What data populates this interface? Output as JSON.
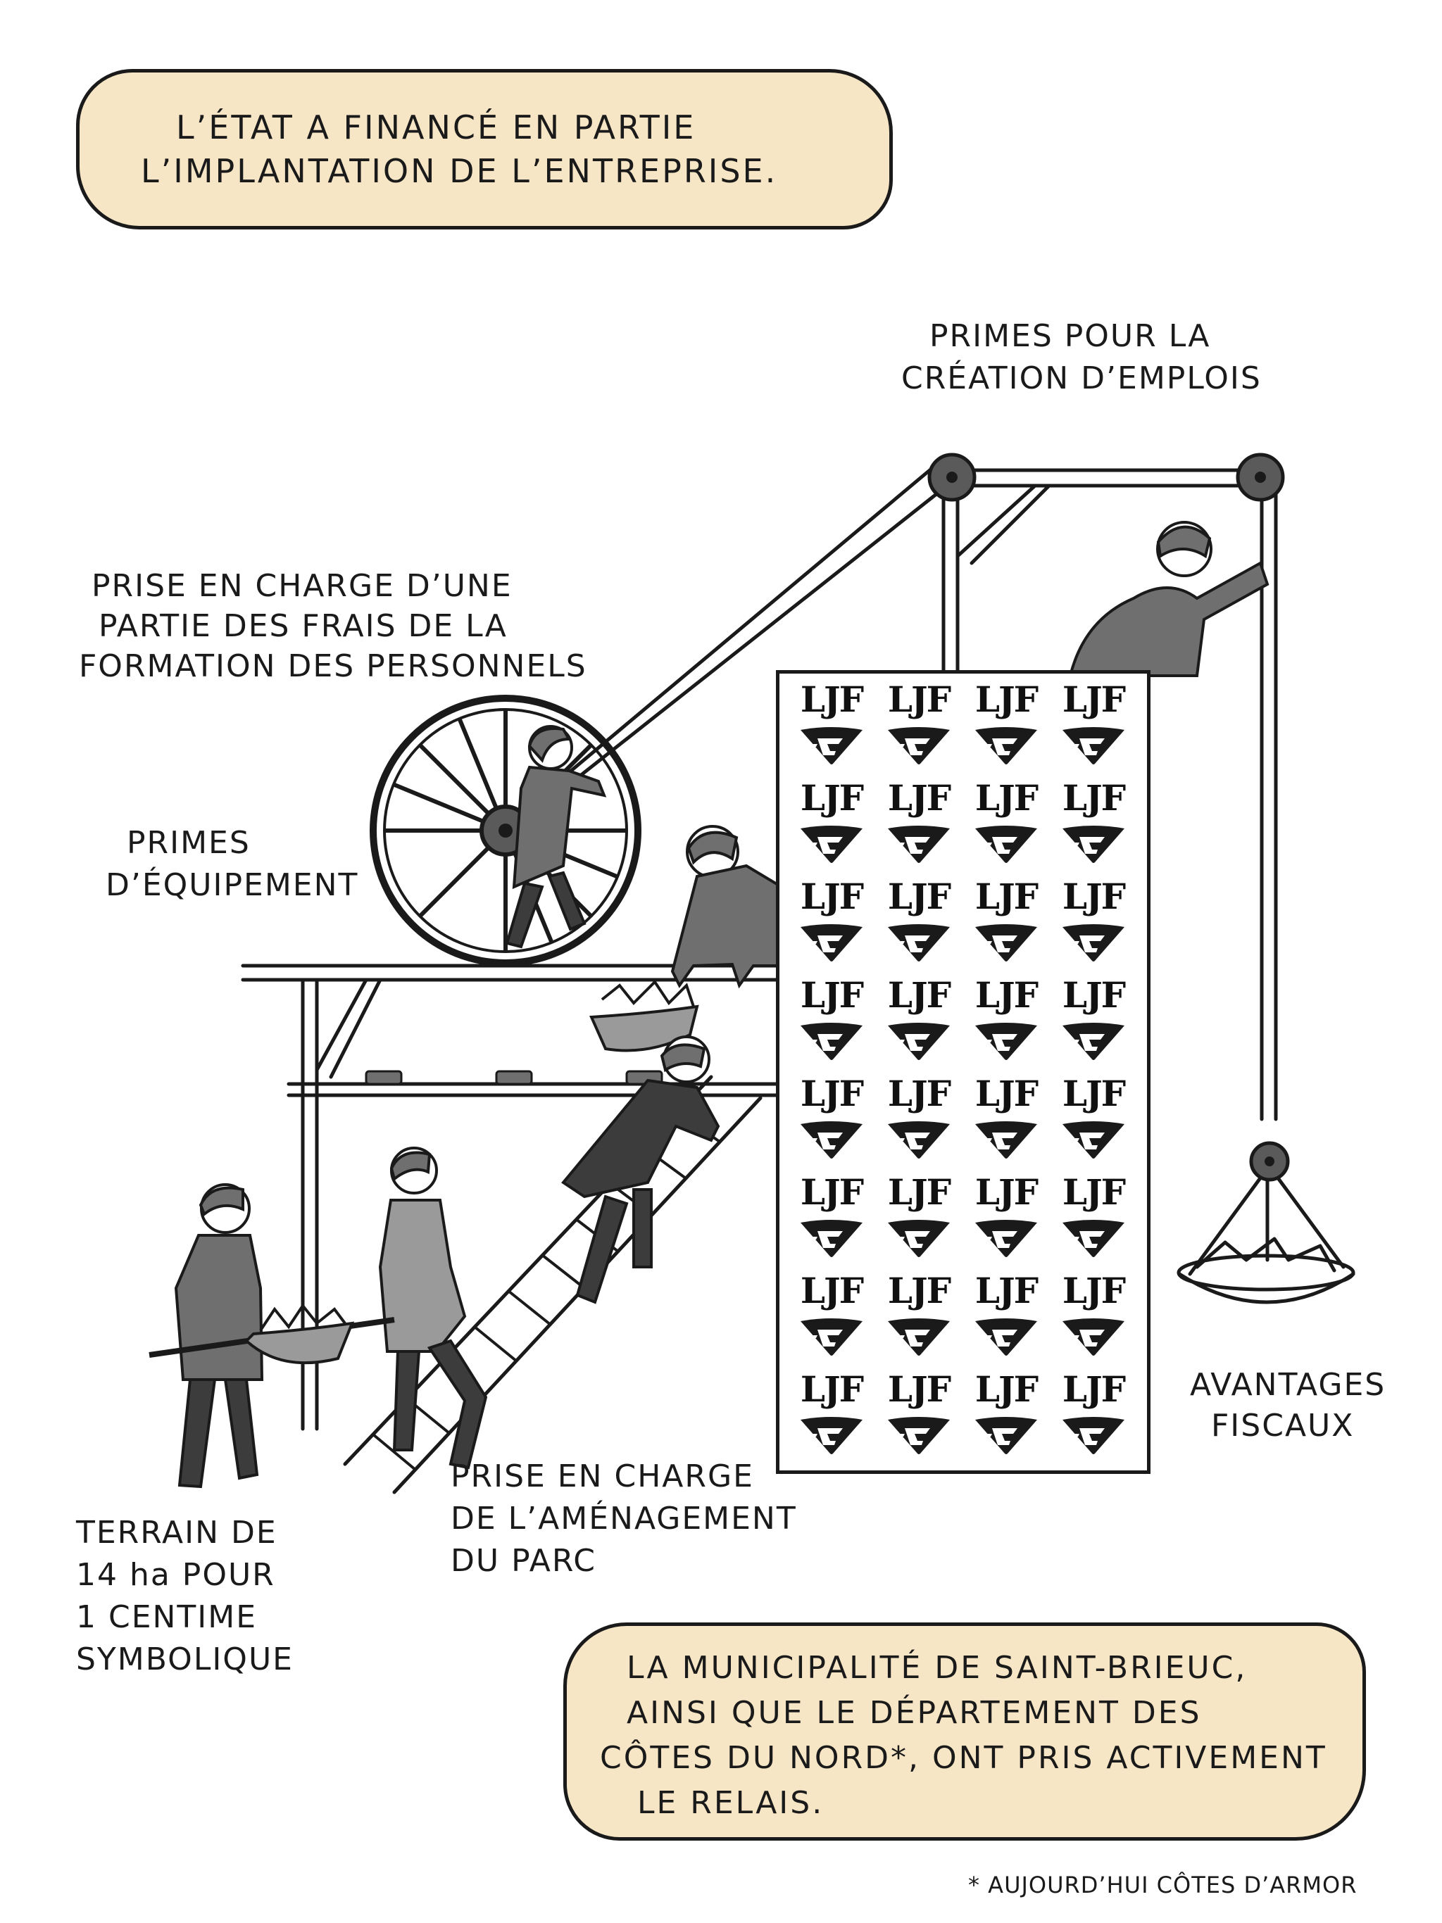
{
  "top_bubble": {
    "lines": [
      "L’ÉTAT A FINANCÉ EN PARTIE",
      "L’IMPLANTATION DE L’ENTREPRISE."
    ]
  },
  "labels": {
    "primes_emplois": [
      "PRIMES POUR LA",
      "CRÉATION D’EMPLOIS"
    ],
    "formation": [
      "PRISE EN CHARGE D’UNE",
      "PARTIE DES FRAIS DE LA",
      "FORMATION DES PERSONNELS"
    ],
    "primes_equipement": [
      "PRIMES",
      "D’ÉQUIPEMENT"
    ],
    "avantages_fiscaux": [
      "AVANTAGES",
      "FISCAUX"
    ],
    "amenagement": [
      "PRISE EN CHARGE",
      "DE L’AMÉNAGEMENT",
      "DU PARC"
    ],
    "terrain": [
      "TERRAIN DE",
      "14 ha POUR",
      "1 CENTIME",
      "SYMBOLIQUE"
    ]
  },
  "bottom_bubble": {
    "lines": [
      "LA MUNICIPALITÉ DE SAINT-BRIEUC,",
      "AINSI QUE LE DÉPARTEMENT DES",
      "CÔTES DU NORD*, ONT PRIS ACTIVEMENT",
      "LE RELAIS."
    ]
  },
  "footnote": "* AUJOURD’HUI CÔTES D’ARMOR",
  "poster": {
    "word": "LJF",
    "rows": 8,
    "cols": 4,
    "logo_icon": "ljf-diamond-logo-icon"
  },
  "colors": {
    "bubble_fill": "#f6e6c6",
    "ink": "#1a1a1a",
    "figure_gray": "#6f6f6f",
    "figure_dark": "#3c3c3c",
    "figure_light": "#9a9a9a"
  }
}
